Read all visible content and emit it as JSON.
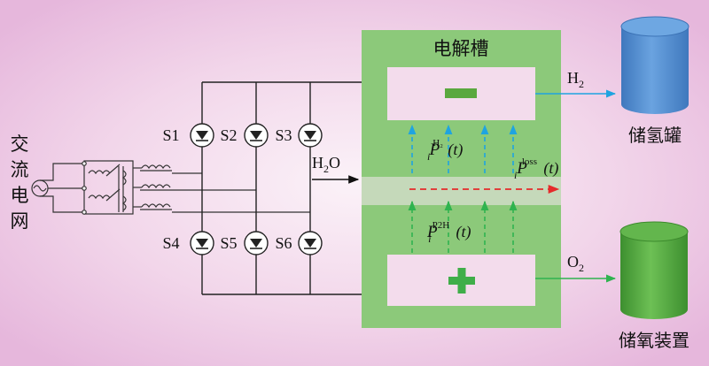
{
  "diagram": {
    "ac_grid_label": [
      "交",
      "流",
      "电",
      "网"
    ],
    "electrolyzer_title": "电解槽",
    "switches": [
      "S1",
      "S2",
      "S3",
      "S4",
      "S5",
      "S6"
    ],
    "water_input": {
      "base": "H",
      "sub": "2",
      "tail": "O"
    },
    "cathode_symbol": "−",
    "anode_symbol": "+",
    "hydrogen_output": {
      "base": "H",
      "sub": "2"
    },
    "oxygen_output": {
      "base": "O",
      "sub": "2"
    },
    "p_h2": {
      "symbol": "P",
      "sub": "i",
      "sup": "H₂",
      "arg": "(t)"
    },
    "p_loss": {
      "symbol": "P",
      "sub": "i",
      "sup": "loss",
      "arg": "(t)"
    },
    "p_p2h": {
      "symbol": "P",
      "sub": "i",
      "sup": "P2H",
      "arg": "(t)"
    },
    "hydrogen_tank_label": "储氢罐",
    "oxygen_tank_label": "储氧装置"
  },
  "colors": {
    "background_outer": "#e6b7dc",
    "background_inner": "#f9eef6",
    "electrolyzer_green": "#8cc97a",
    "electrode_fill": "#f3dcec",
    "minus_green": "#5aa83e",
    "plus_green": "#3fae49",
    "blue_arrow": "#1fa4e0",
    "green_arrow": "#2fb34f",
    "red_arrow": "#e52a2a",
    "h2_tank": "#4f8cd0",
    "o2_tank": "#4ea63c"
  }
}
